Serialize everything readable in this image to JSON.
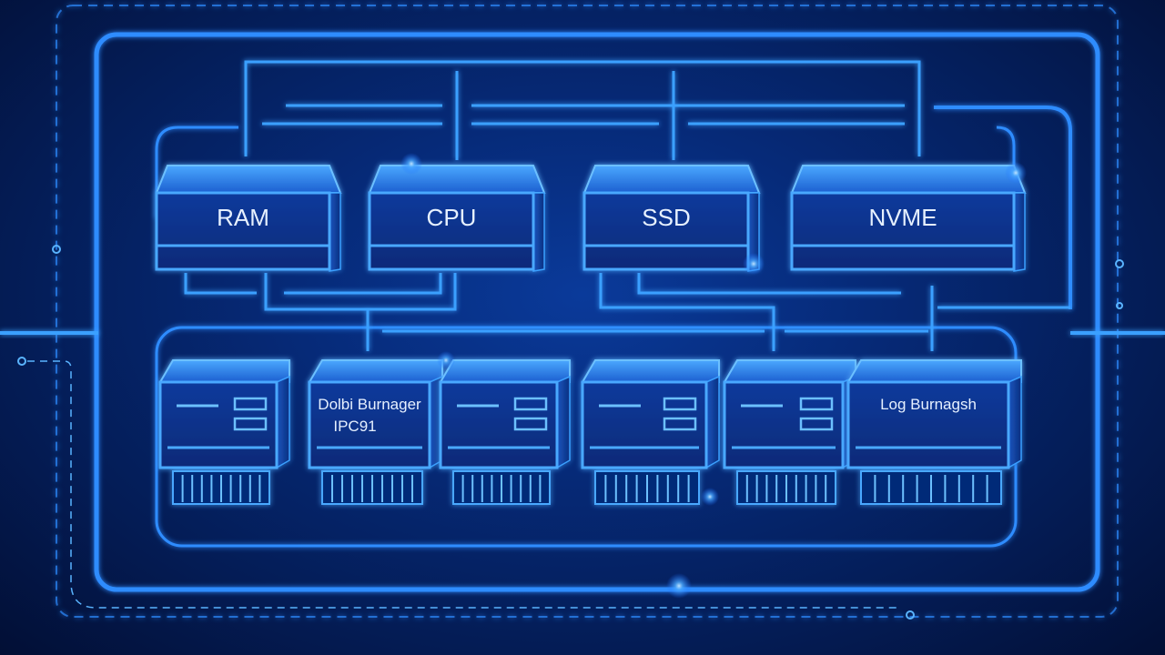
{
  "chips": [
    {
      "id": "ram",
      "label": "RAM"
    },
    {
      "id": "cpu",
      "label": "CPU"
    },
    {
      "id": "ssd",
      "label": "SSD"
    },
    {
      "id": "nvme",
      "label": "NVME"
    }
  ],
  "modules": [
    {
      "label_line1": "",
      "label_line2": ""
    },
    {
      "label_line1": "Dolbi Burnager",
      "label_line2": "IPC91"
    },
    {
      "label_line1": "",
      "label_line2": ""
    },
    {
      "label_line1": "",
      "label_line2": ""
    },
    {
      "label_line1": "",
      "label_line2": ""
    },
    {
      "label_line1": "Log Burnagsh",
      "label_line2": ""
    }
  ],
  "colors": {
    "background": "#041c55",
    "line": "#3aa0ff",
    "chip_face": "#0b2f86",
    "chip_top": "#2a7ef0",
    "text": "#e6f0ff"
  }
}
